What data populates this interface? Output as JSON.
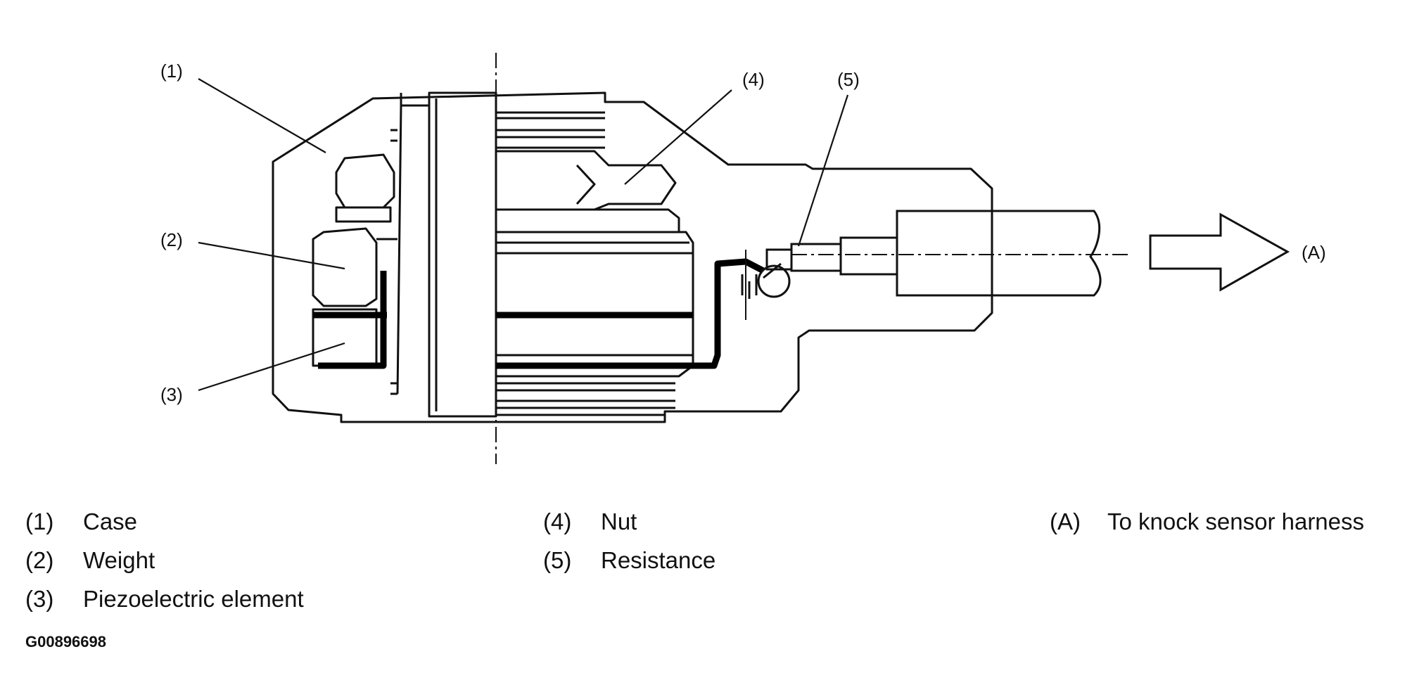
{
  "callouts": {
    "c1": "(1)",
    "c2": "(2)",
    "c3": "(3)",
    "c4": "(4)",
    "c5": "(5)",
    "cA": "(A)"
  },
  "legend": [
    {
      "num": "(1)",
      "label": "Case"
    },
    {
      "num": "(2)",
      "label": "Weight"
    },
    {
      "num": "(3)",
      "label": "Piezoelectric element"
    },
    {
      "num": "(4)",
      "label": "Nut"
    },
    {
      "num": "(5)",
      "label": "Resistance"
    },
    {
      "num": "(A)",
      "label": "To knock sensor harness"
    }
  ],
  "figure_id": "G00896698"
}
